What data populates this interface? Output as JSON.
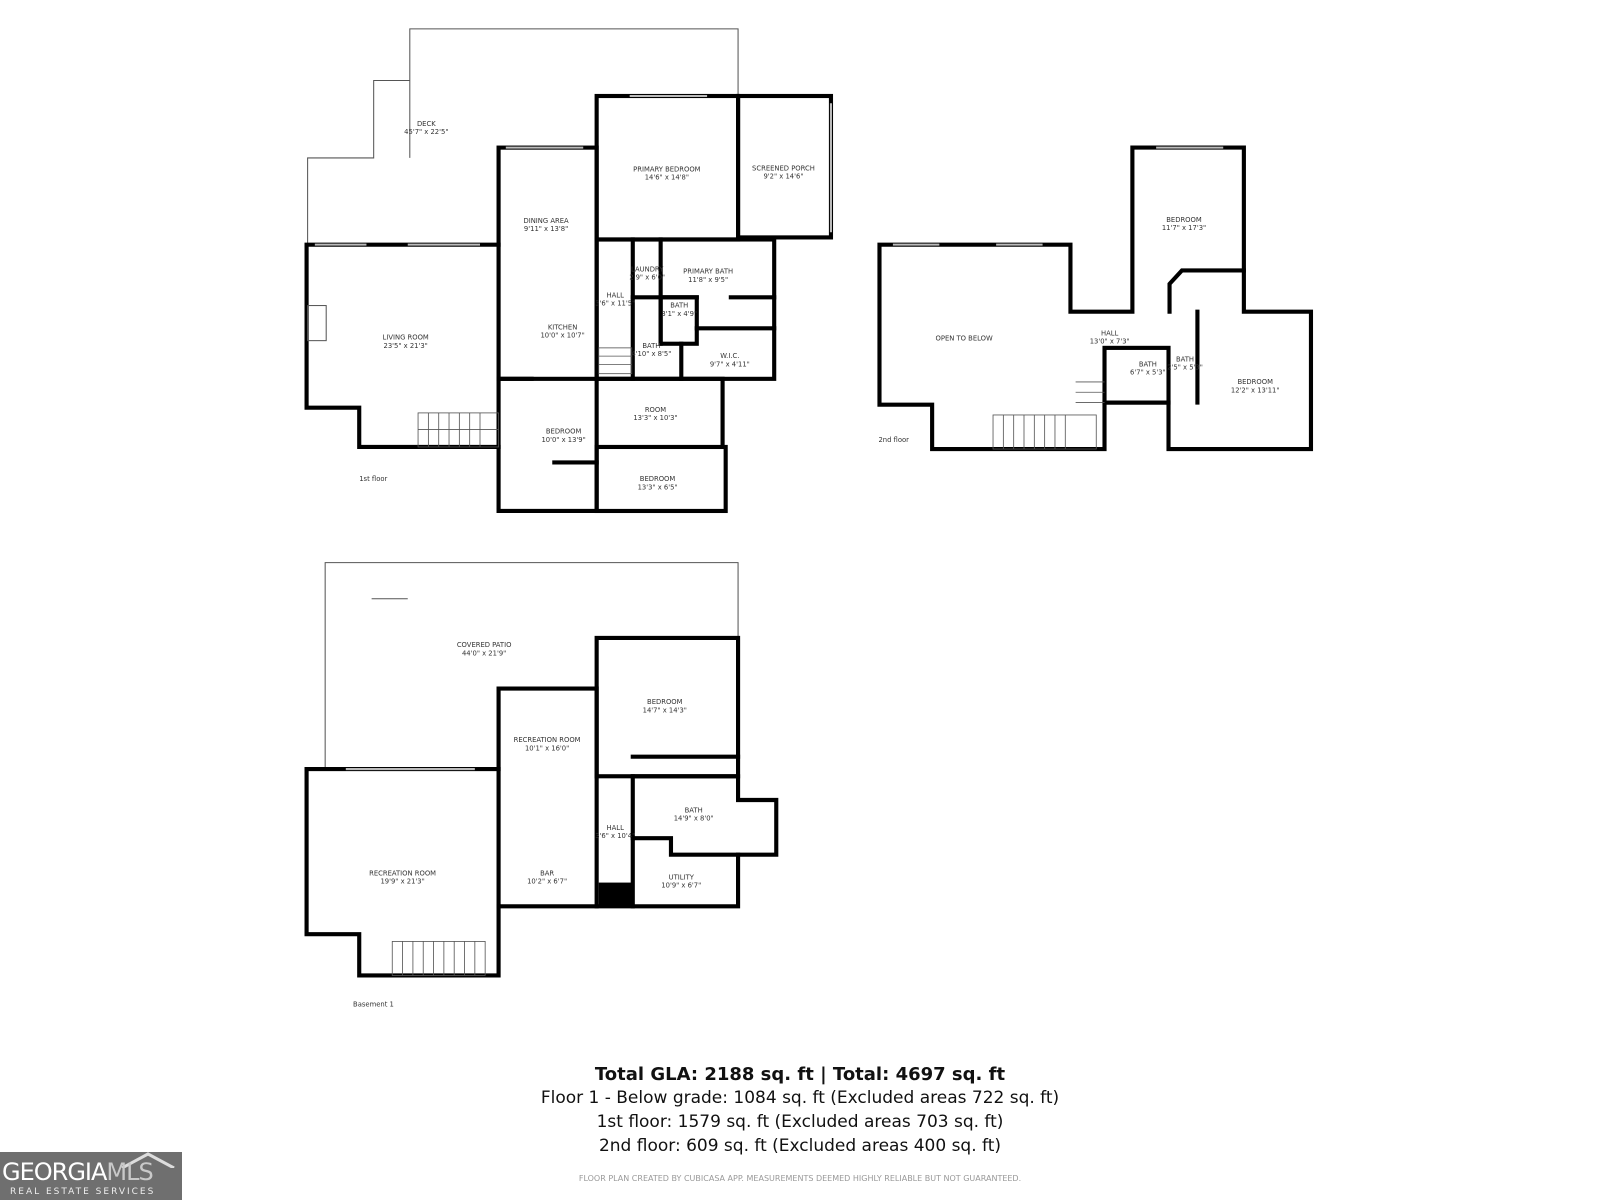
{
  "floors": {
    "first": {
      "label": "1st floor",
      "rooms": [
        {
          "name": "DECK",
          "size": "45'7\" x 22'5\""
        },
        {
          "name": "PRIMARY BEDROOM",
          "size": "14'6\" x 14'8\""
        },
        {
          "name": "SCREENED PORCH",
          "size": "9'2\" x 14'6\""
        },
        {
          "name": "DINING AREA",
          "size": "9'11\" x 13'8\""
        },
        {
          "name": "LAUNDRY",
          "size": "2'9\" x 6'0\""
        },
        {
          "name": "PRIMARY BATH",
          "size": "11'8\" x 9'5\""
        },
        {
          "name": "HALL",
          "size": "3'6\" x 11'5\""
        },
        {
          "name": "BATH",
          "size": "3'1\" x 4'9\""
        },
        {
          "name": "LIVING ROOM",
          "size": "23'5\" x 21'3\""
        },
        {
          "name": "KITCHEN",
          "size": "10'0\" x 10'7\""
        },
        {
          "name": "BATH",
          "size": "4'10\" x 8'5\""
        },
        {
          "name": "W.I.C.",
          "size": "9'7\" x 4'11\""
        },
        {
          "name": "ROOM",
          "size": "13'3\" x 10'3\""
        },
        {
          "name": "BEDROOM",
          "size": "10'0\" x 13'9\""
        },
        {
          "name": "BEDROOM",
          "size": "13'3\" x 6'5\""
        }
      ]
    },
    "second": {
      "label": "2nd floor",
      "rooms": [
        {
          "name": "BEDROOM",
          "size": "11'7\" x 17'3\""
        },
        {
          "name": "OPEN TO BELOW",
          "size": ""
        },
        {
          "name": "HALL",
          "size": "13'0\" x 7'3\""
        },
        {
          "name": "BATH",
          "size": "6'7\" x 5'3\""
        },
        {
          "name": "BATH",
          "size": "2'5\" x 5'3\""
        },
        {
          "name": "BEDROOM",
          "size": "12'2\" x 13'11\""
        }
      ]
    },
    "basement": {
      "label": "Basement 1",
      "rooms": [
        {
          "name": "COVERED PATIO",
          "size": "44'0\" x 21'9\""
        },
        {
          "name": "BEDROOM",
          "size": "14'7\" x 14'3\""
        },
        {
          "name": "RECREATION ROOM",
          "size": "10'1\" x 16'0\""
        },
        {
          "name": "BATH",
          "size": "14'9\" x 8'0\""
        },
        {
          "name": "HALL",
          "size": "3'6\" x 10'4\""
        },
        {
          "name": "RECREATION ROOM",
          "size": "19'9\" x 21'3\""
        },
        {
          "name": "BAR",
          "size": "10'2\" x 6'7\""
        },
        {
          "name": "UTILITY",
          "size": "10'9\" x 6'7\""
        }
      ]
    }
  },
  "summary": {
    "total": "Total GLA: 2188 sq. ft | Total: 4697 sq. ft",
    "below_grade": "Floor 1 - Below grade: 1084 sq. ft (Excluded areas 722 sq. ft)",
    "first": "1st floor: 1579 sq. ft (Excluded areas 703 sq. ft)",
    "second": "2nd floor: 609 sq. ft (Excluded areas 400 sq. ft)"
  },
  "disclaimer": "FLOOR PLAN CREATED BY CUBICASA APP. MEASUREMENTS DEEMED HIGHLY RELIABLE BUT NOT GUARANTEED.",
  "logo": {
    "main": "GEORGIA",
    "accent": "MLS",
    "sub": "REAL ESTATE SERVICES"
  }
}
